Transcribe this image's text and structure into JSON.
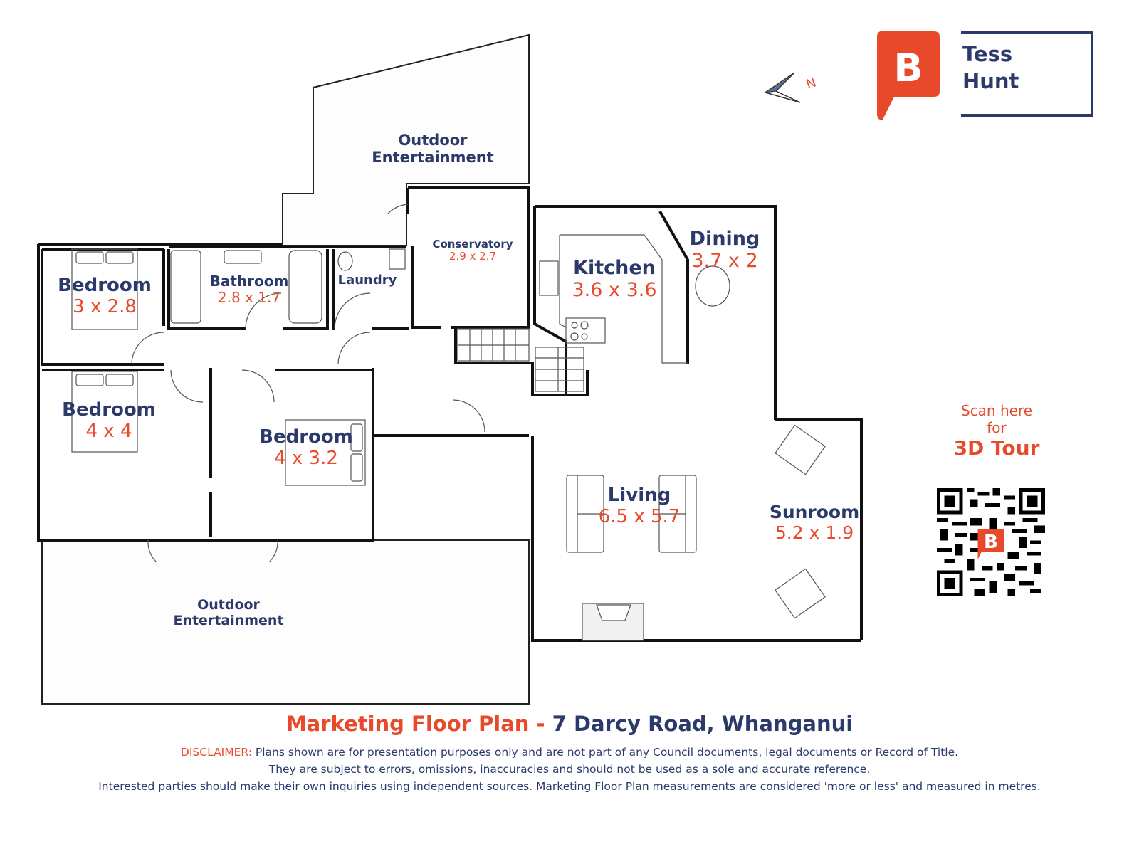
{
  "brand": {
    "logo_letter": "B",
    "agent_first": "Tess",
    "agent_last": "Hunt",
    "colors": {
      "orange": "#e8492b",
      "navy": "#2b3a6b"
    }
  },
  "compass": {
    "label": "N",
    "icon": "north-arrow-icon"
  },
  "rooms": [
    {
      "id": "outdoor-top",
      "name_line1": "Outdoor",
      "name_line2": "Entertainment",
      "dims": ""
    },
    {
      "id": "bedroom-1",
      "name": "Bedroom",
      "dims": "3 x 2.8"
    },
    {
      "id": "bathroom",
      "name": "Bathroom",
      "dims": "2.8 x 1.7"
    },
    {
      "id": "laundry",
      "name": "Laundry",
      "dims": ""
    },
    {
      "id": "conservatory",
      "name": "Conservatory",
      "dims": "2.9 x 2.7"
    },
    {
      "id": "kitchen",
      "name": "Kitchen",
      "dims": "3.6 x 3.6"
    },
    {
      "id": "dining",
      "name": "Dining",
      "dims": "3.7 x 2"
    },
    {
      "id": "bedroom-2",
      "name": "Bedroom",
      "dims": "4 x 4"
    },
    {
      "id": "bedroom-3",
      "name": "Bedroom",
      "dims": "4 x 3.2"
    },
    {
      "id": "living",
      "name": "Living",
      "dims": "6.5 x 5.7"
    },
    {
      "id": "sunroom",
      "name": "Sunroom",
      "dims": "5.2 x 1.9"
    },
    {
      "id": "outdoor-bottom",
      "name_line1": "Outdoor",
      "name_line2": "Entertainment",
      "dims": ""
    }
  ],
  "tour": {
    "line1": "Scan here",
    "line2": "for",
    "line3": "3D Tour",
    "qr_icon": "qr-code-icon"
  },
  "footer": {
    "title_prefix": "Marketing Floor Plan - ",
    "address": "7 Darcy Road, Whanganui",
    "disclaimer_label": "DISCLAIMER:",
    "disclaimer_line1": "Plans shown are for presentation purposes only and are not part of any Council documents, legal documents or Record of Title.",
    "disclaimer_line2": "They are subject to errors, omissions, inaccuracies and should not be used as a sole and accurate reference.",
    "disclaimer_line3": "Interested parties should make their own inquiries using independent sources. Marketing Floor Plan measurements are considered 'more or less' and measured in metres."
  }
}
